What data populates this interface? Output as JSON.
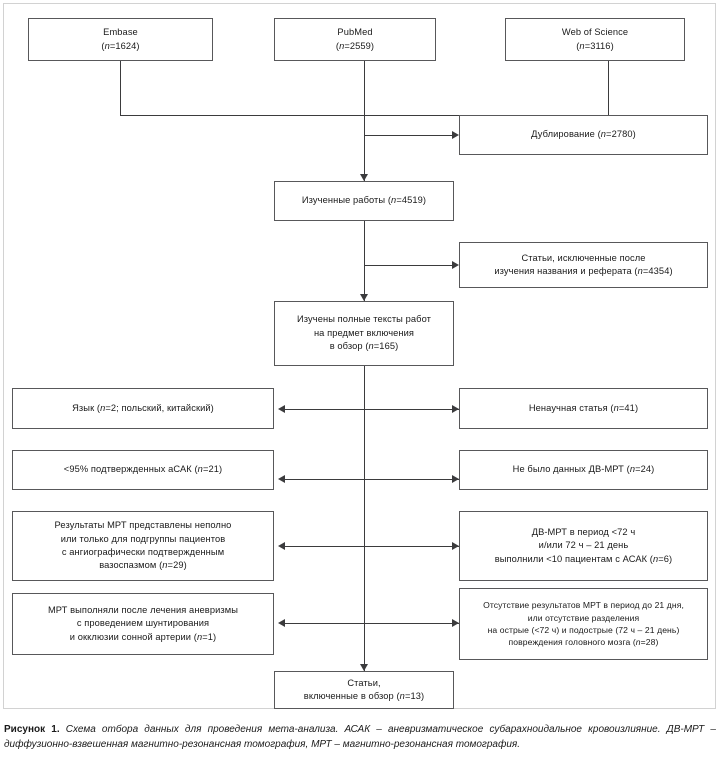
{
  "figure": {
    "caption_lead": "Рисунок 1.",
    "caption_text": "Схема отбора данных для проведения мета-анализа. АСАК – аневризматическое субарахноидальное кровоизлияние. ДВ-МРТ – диффузионно-взвешенная магнитно-резонансная томография, МРТ – магнитно-резонансная томография.",
    "border_color": "#d2d2d2",
    "box_border_color": "#58585a",
    "line_color": "#3b3b3d"
  },
  "sources": [
    {
      "name": "Embase",
      "count": "(n=1624)"
    },
    {
      "name": "PubMed",
      "count": "(n=2559)"
    },
    {
      "name": "Web of Science",
      "count": "(n=3116)"
    }
  ],
  "flow": {
    "duplicates": "Дублирование (n=2780)",
    "screened": "Изученные работы (n=4519)",
    "excluded_title_abstract_line1": "Статьи, исключенные после",
    "excluded_title_abstract_line2": "изучения названия и реферата (n=4354)",
    "fulltext_line1": "Изучены полные тексты работ",
    "fulltext_line2": "на предмет включения",
    "fulltext_line3": "в обзор (n=165)",
    "included_line1": "Статьи,",
    "included_line2": "включенные в обзор (n=13)"
  },
  "exclusions_left": [
    {
      "id": "language",
      "lines": [
        "Язык (n=2; польский, китайский)"
      ]
    },
    {
      "id": "confirmed-asah",
      "lines": [
        "<95% подтвержденных аСАК (n=21)"
      ]
    },
    {
      "id": "mri-incomplete",
      "lines": [
        "Результаты МРТ представлены неполно",
        "или только для подгруппы пациентов",
        "с ангиографически подтвержденным",
        "вазоспазмом (n=29)"
      ]
    },
    {
      "id": "mri-after-treatment",
      "lines": [
        "МРТ выполняли после лечения аневризмы",
        "с проведением шунтирования",
        "и окклюзии сонной артерии (n=1)"
      ]
    }
  ],
  "exclusions_right": [
    {
      "id": "non-scientific",
      "lines": [
        "Ненаучная статья (n=41)"
      ]
    },
    {
      "id": "no-dwi-data",
      "lines": [
        "Не было данных ДВ-МРТ (n=24)"
      ]
    },
    {
      "id": "dwi-timing",
      "lines": [
        "ДВ-МРТ в период <72 ч",
        "и/или 72 ч – 21 день",
        "выполнили <10 пациентам с АСАК (n=6)"
      ]
    },
    {
      "id": "no-mri-21days",
      "lines": [
        "Отсутствие результатов МРТ в период до 21 дня,",
        "или отсутствие разделения",
        "на острые (<72 ч)  и подострые (72 ч – 21 день)",
        "повреждения головного мозга  (n=28)"
      ]
    }
  ]
}
